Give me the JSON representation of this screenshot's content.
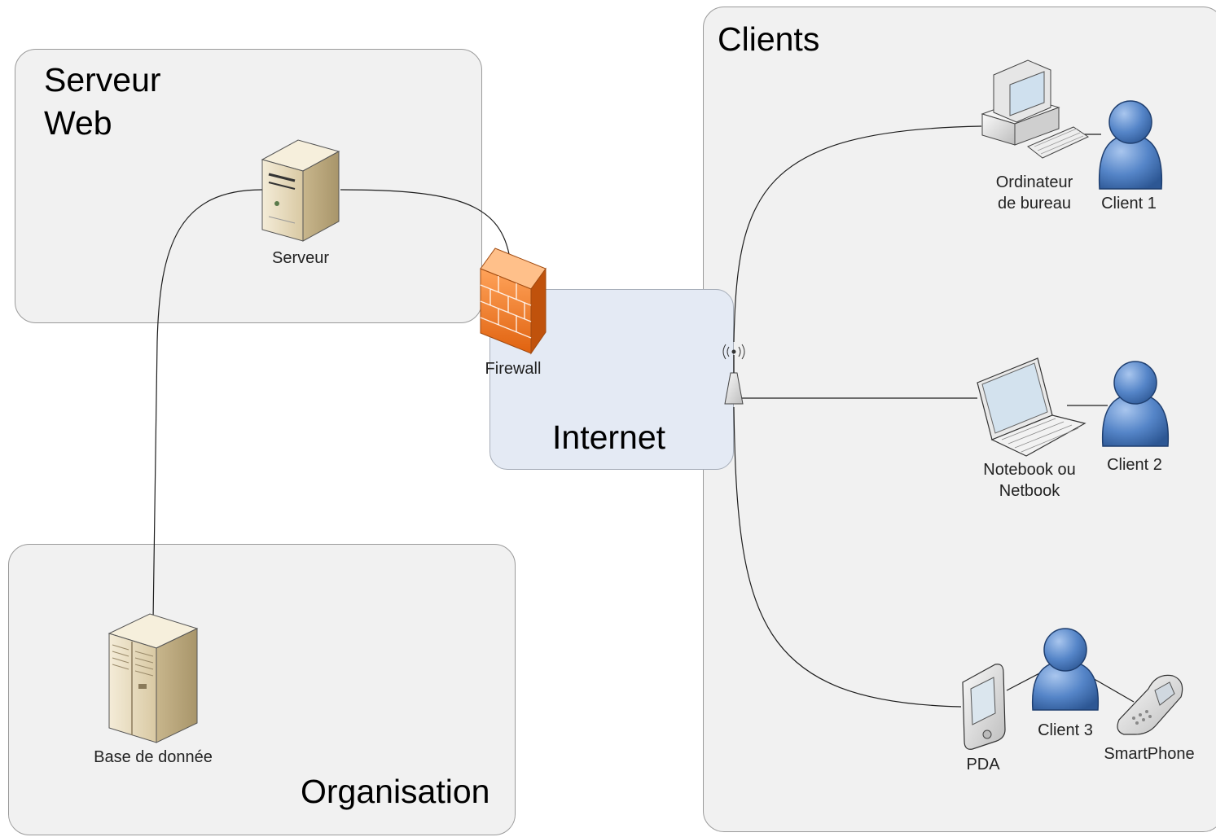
{
  "zones": {
    "serveur_web": "Serveur\nWeb",
    "organisation": "Organisation",
    "internet": "Internet",
    "clients": "Clients"
  },
  "devices": {
    "serveur": "Serveur",
    "base_de_donnee": "Base de donnée",
    "firewall": "Firewall",
    "ordinateur": "Ordinateur\nde bureau",
    "notebook": "Notebook ou\nNetbook",
    "pda": "PDA",
    "smartphone": "SmartPhone"
  },
  "users": {
    "client1": "Client 1",
    "client2": "Client 2",
    "client3": "Client 3"
  },
  "colors": {
    "zone_fill": "#f1f1f1",
    "zone_border": "#9a9a9a",
    "internet_fill": "#e4eaf4",
    "firewall": "#f07a2a",
    "person": "#4f7fc0",
    "server_beige": "#e8dcc0"
  },
  "icons": [
    "server-icon",
    "database-icon",
    "firewall-icon",
    "antenna-icon",
    "desktop-computer-icon",
    "laptop-icon",
    "pda-icon",
    "smartphone-icon",
    "person-icon"
  ]
}
